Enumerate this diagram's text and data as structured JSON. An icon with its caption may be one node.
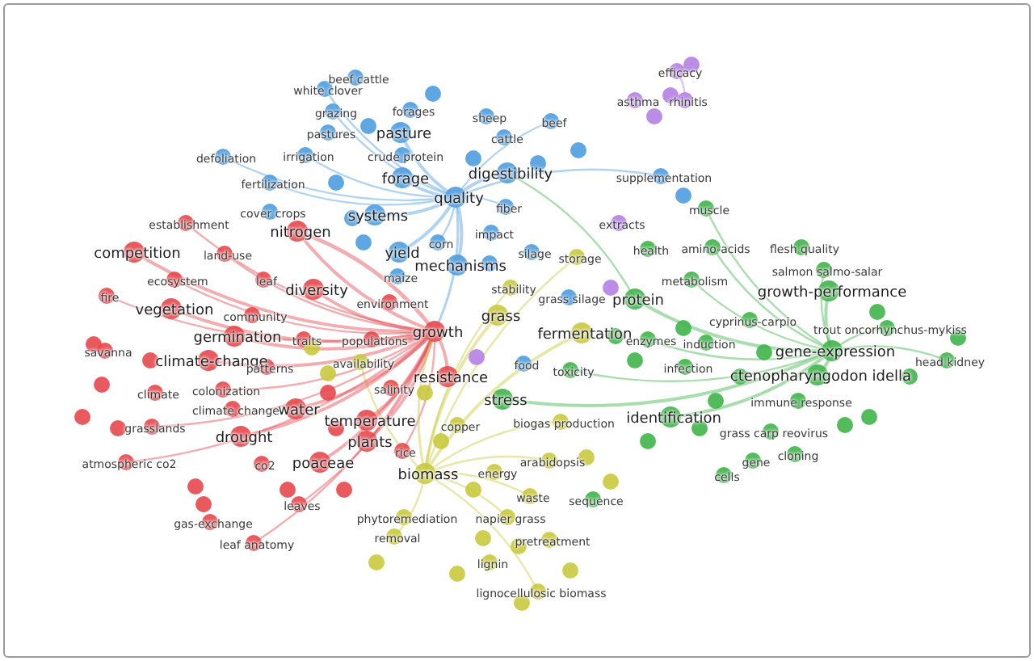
{
  "diagram": {
    "labels": [
      "efficacy",
      "beef cattle",
      "white clover",
      "asthma",
      "rhinitis",
      "forages",
      "grazing",
      "sheep",
      "beef",
      "pastures",
      "pasture",
      "cattle",
      "irrigation",
      "crude protein",
      "defoliation",
      "digestibility",
      "supplementation",
      "forage",
      "fertilization",
      "quality",
      "muscle",
      "cover crops",
      "fiber",
      "systems",
      "establishment",
      "extracts",
      "nitrogen",
      "impact",
      "corn",
      "competition",
      "land-use",
      "health",
      "amino-acids",
      "flesh quality",
      "yield",
      "silage",
      "storage",
      "mechanisms",
      "salmon salmo-salar",
      "leaf",
      "ecosystem",
      "maize",
      "metabolism",
      "diversity",
      "stability",
      "grass silage",
      "protein",
      "growth-performance",
      "fire",
      "environment",
      "vegetation",
      "community",
      "grass",
      "cyprinus-carpio",
      "trout oncorhynchus-mykiss",
      "fermentation",
      "germination",
      "traits",
      "populations",
      "growth",
      "enzymes",
      "induction",
      "gene-expression",
      "savanna",
      "climate-change",
      "patterns",
      "availability",
      "food",
      "head kidney",
      "infection",
      "toxicity",
      "ctenopharyngodon idella",
      "resistance",
      "salinity",
      "colonization",
      "climate",
      "stress",
      "immune response",
      "water",
      "climate change",
      "identification",
      "temperature",
      "biogas production",
      "copper",
      "grasslands",
      "grass carp reovirus",
      "drought",
      "plants",
      "rice",
      "cloning",
      "arabidopsis",
      "gene",
      "atmospheric co2",
      "co2",
      "poaceae",
      "energy",
      "biomass",
      "cells",
      "waste",
      "sequence",
      "leaves",
      "phytoremediation",
      "napier grass",
      "gas-exchange",
      "removal",
      "pretreatment",
      "leaf anatomy",
      "lignin",
      "lignocellulosic biomass"
    ]
  }
}
